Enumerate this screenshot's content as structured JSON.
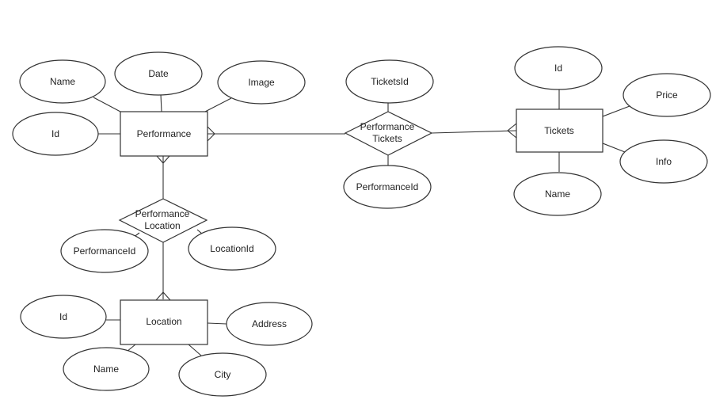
{
  "entities": {
    "performance": "Performance",
    "tickets": "Tickets",
    "location": "Location"
  },
  "relationships": {
    "performance_tickets": [
      "Performance",
      "Tickets"
    ],
    "performance_location": [
      "Performance",
      "Location"
    ]
  },
  "attributes": {
    "performance": {
      "name": "Name",
      "date": "Date",
      "image": "Image",
      "id": "Id"
    },
    "tickets": {
      "id": "Id",
      "price": "Price",
      "info": "Info",
      "name": "Name"
    },
    "performance_tickets": {
      "tickets_id": "TicketsId",
      "performance_id": "PerformanceId"
    },
    "performance_location": {
      "performance_id": "PerformanceId",
      "location_id": "LocationId"
    },
    "location": {
      "id": "Id",
      "address": "Address",
      "name": "Name",
      "city": "City"
    }
  },
  "cardinality": "crow's foot (many) at Performance, Tickets and Location ends"
}
